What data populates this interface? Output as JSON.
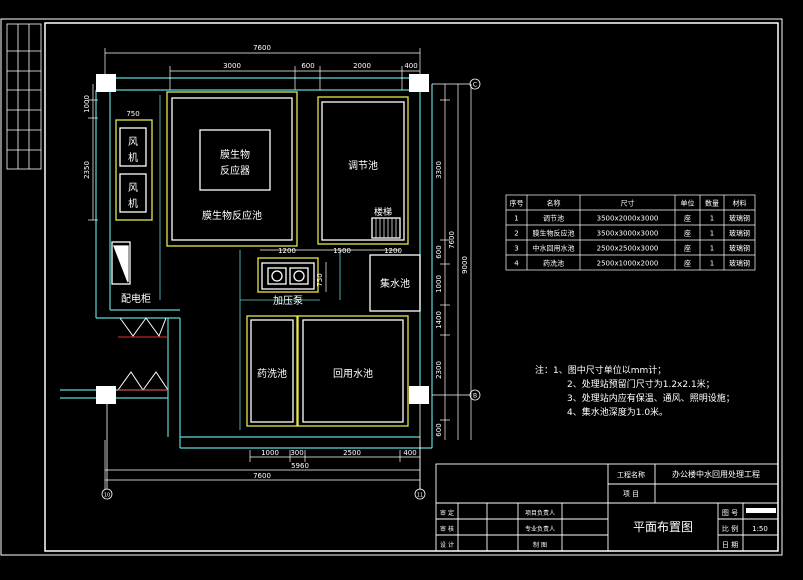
{
  "drawing": {
    "top_dims": {
      "total": "7600",
      "d1": "3000",
      "d2": "600",
      "d3": "2000",
      "d4": "400"
    },
    "left_dims": {
      "d1": "1000",
      "d2": "750",
      "d3": "2350"
    },
    "right_dims": {
      "d1": "3300",
      "d2": "600",
      "d3": "1000",
      "d4": "1400",
      "d5": "2300",
      "d6": "600",
      "total1": "7600",
      "total2": "9000"
    },
    "bottom_dims": {
      "d1": "1000",
      "d2": "300",
      "d3": "2500",
      "d4": "400",
      "sub": "5960",
      "total": "7600"
    },
    "mid_dims": {
      "a": "1200",
      "b": "1500",
      "c": "1200",
      "pump_side": "750"
    },
    "rooms": {
      "fan1": "风\n机",
      "fan2": "风\n机",
      "bioreactor_inner_line1": "膜生物",
      "bioreactor_inner_line2": "反应器",
      "bioreactor_pool": "膜生物反应池",
      "adjust_pool": "调节池",
      "stairs": "楼梯",
      "pump": "加压泵",
      "collect_pool": "集水池",
      "cabinet": "配电柜",
      "dosing_pool": "药洗池",
      "reuse_pool": "回用水池"
    },
    "axis_labels": {
      "c": "C",
      "b": "B",
      "n10": "10",
      "n11": "11"
    }
  },
  "table": {
    "headers": [
      "序号",
      "名称",
      "尺寸",
      "单位",
      "数量",
      "材料"
    ],
    "rows": [
      [
        "1",
        "调节池",
        "3500x2000x3000",
        "座",
        "1",
        "玻璃钢"
      ],
      [
        "2",
        "膜生物反应池",
        "3500x3000x3000",
        "座",
        "1",
        "玻璃钢"
      ],
      [
        "3",
        "中水回用水池",
        "2500x2500x3000",
        "座",
        "1",
        "玻璃钢"
      ],
      [
        "4",
        "药洗池",
        "2500x1000x2000",
        "座",
        "1",
        "玻璃钢"
      ]
    ]
  },
  "notes": {
    "n1": "注：1、图中尺寸单位以mm计；",
    "n2": "2、处理站预留门尺寸为1.2x2.1米；",
    "n3": "3、处理站内应有保温、通风、照明设施；",
    "n4": "4、集水池深度为1.0米。"
  },
  "title_block": {
    "project_name_label": "工程名称",
    "project_name_value": "办公楼中水回用处理工程",
    "item_label": "项 目",
    "drawing_title": "平面布置图",
    "sheet_no_label": "图 号",
    "scale_label": "比 例",
    "scale_value": "1:50",
    "date_label": "日 期",
    "r1a": "审  定",
    "r1b": "项目负责人",
    "r2a": "审  核",
    "r2b": "专业负责人",
    "r3a": "设  计",
    "r3b": "制  图"
  },
  "colors": {
    "background": "#000000",
    "frame": "#ffffff",
    "wall": "#5fd6d6",
    "tank": "#e8e84a",
    "dim": "#ffffff",
    "red": "#e03030"
  }
}
